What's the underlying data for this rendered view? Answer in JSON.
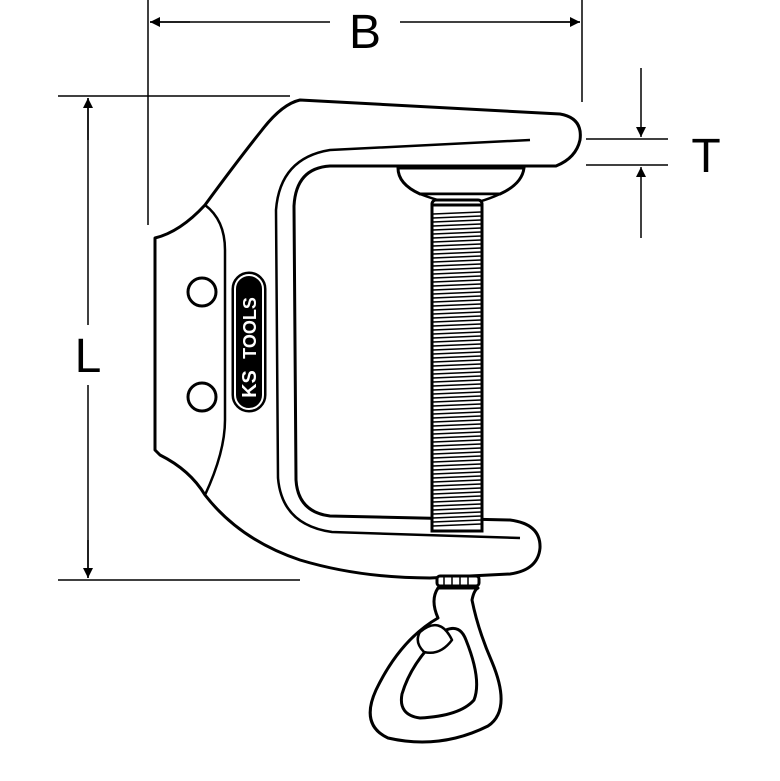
{
  "diagram": {
    "dimensions": {
      "width_label": "B",
      "length_label": "L",
      "thickness_label": "T"
    },
    "logo": {
      "brand_ks": "KS",
      "brand_tools": "TOOLS"
    }
  }
}
